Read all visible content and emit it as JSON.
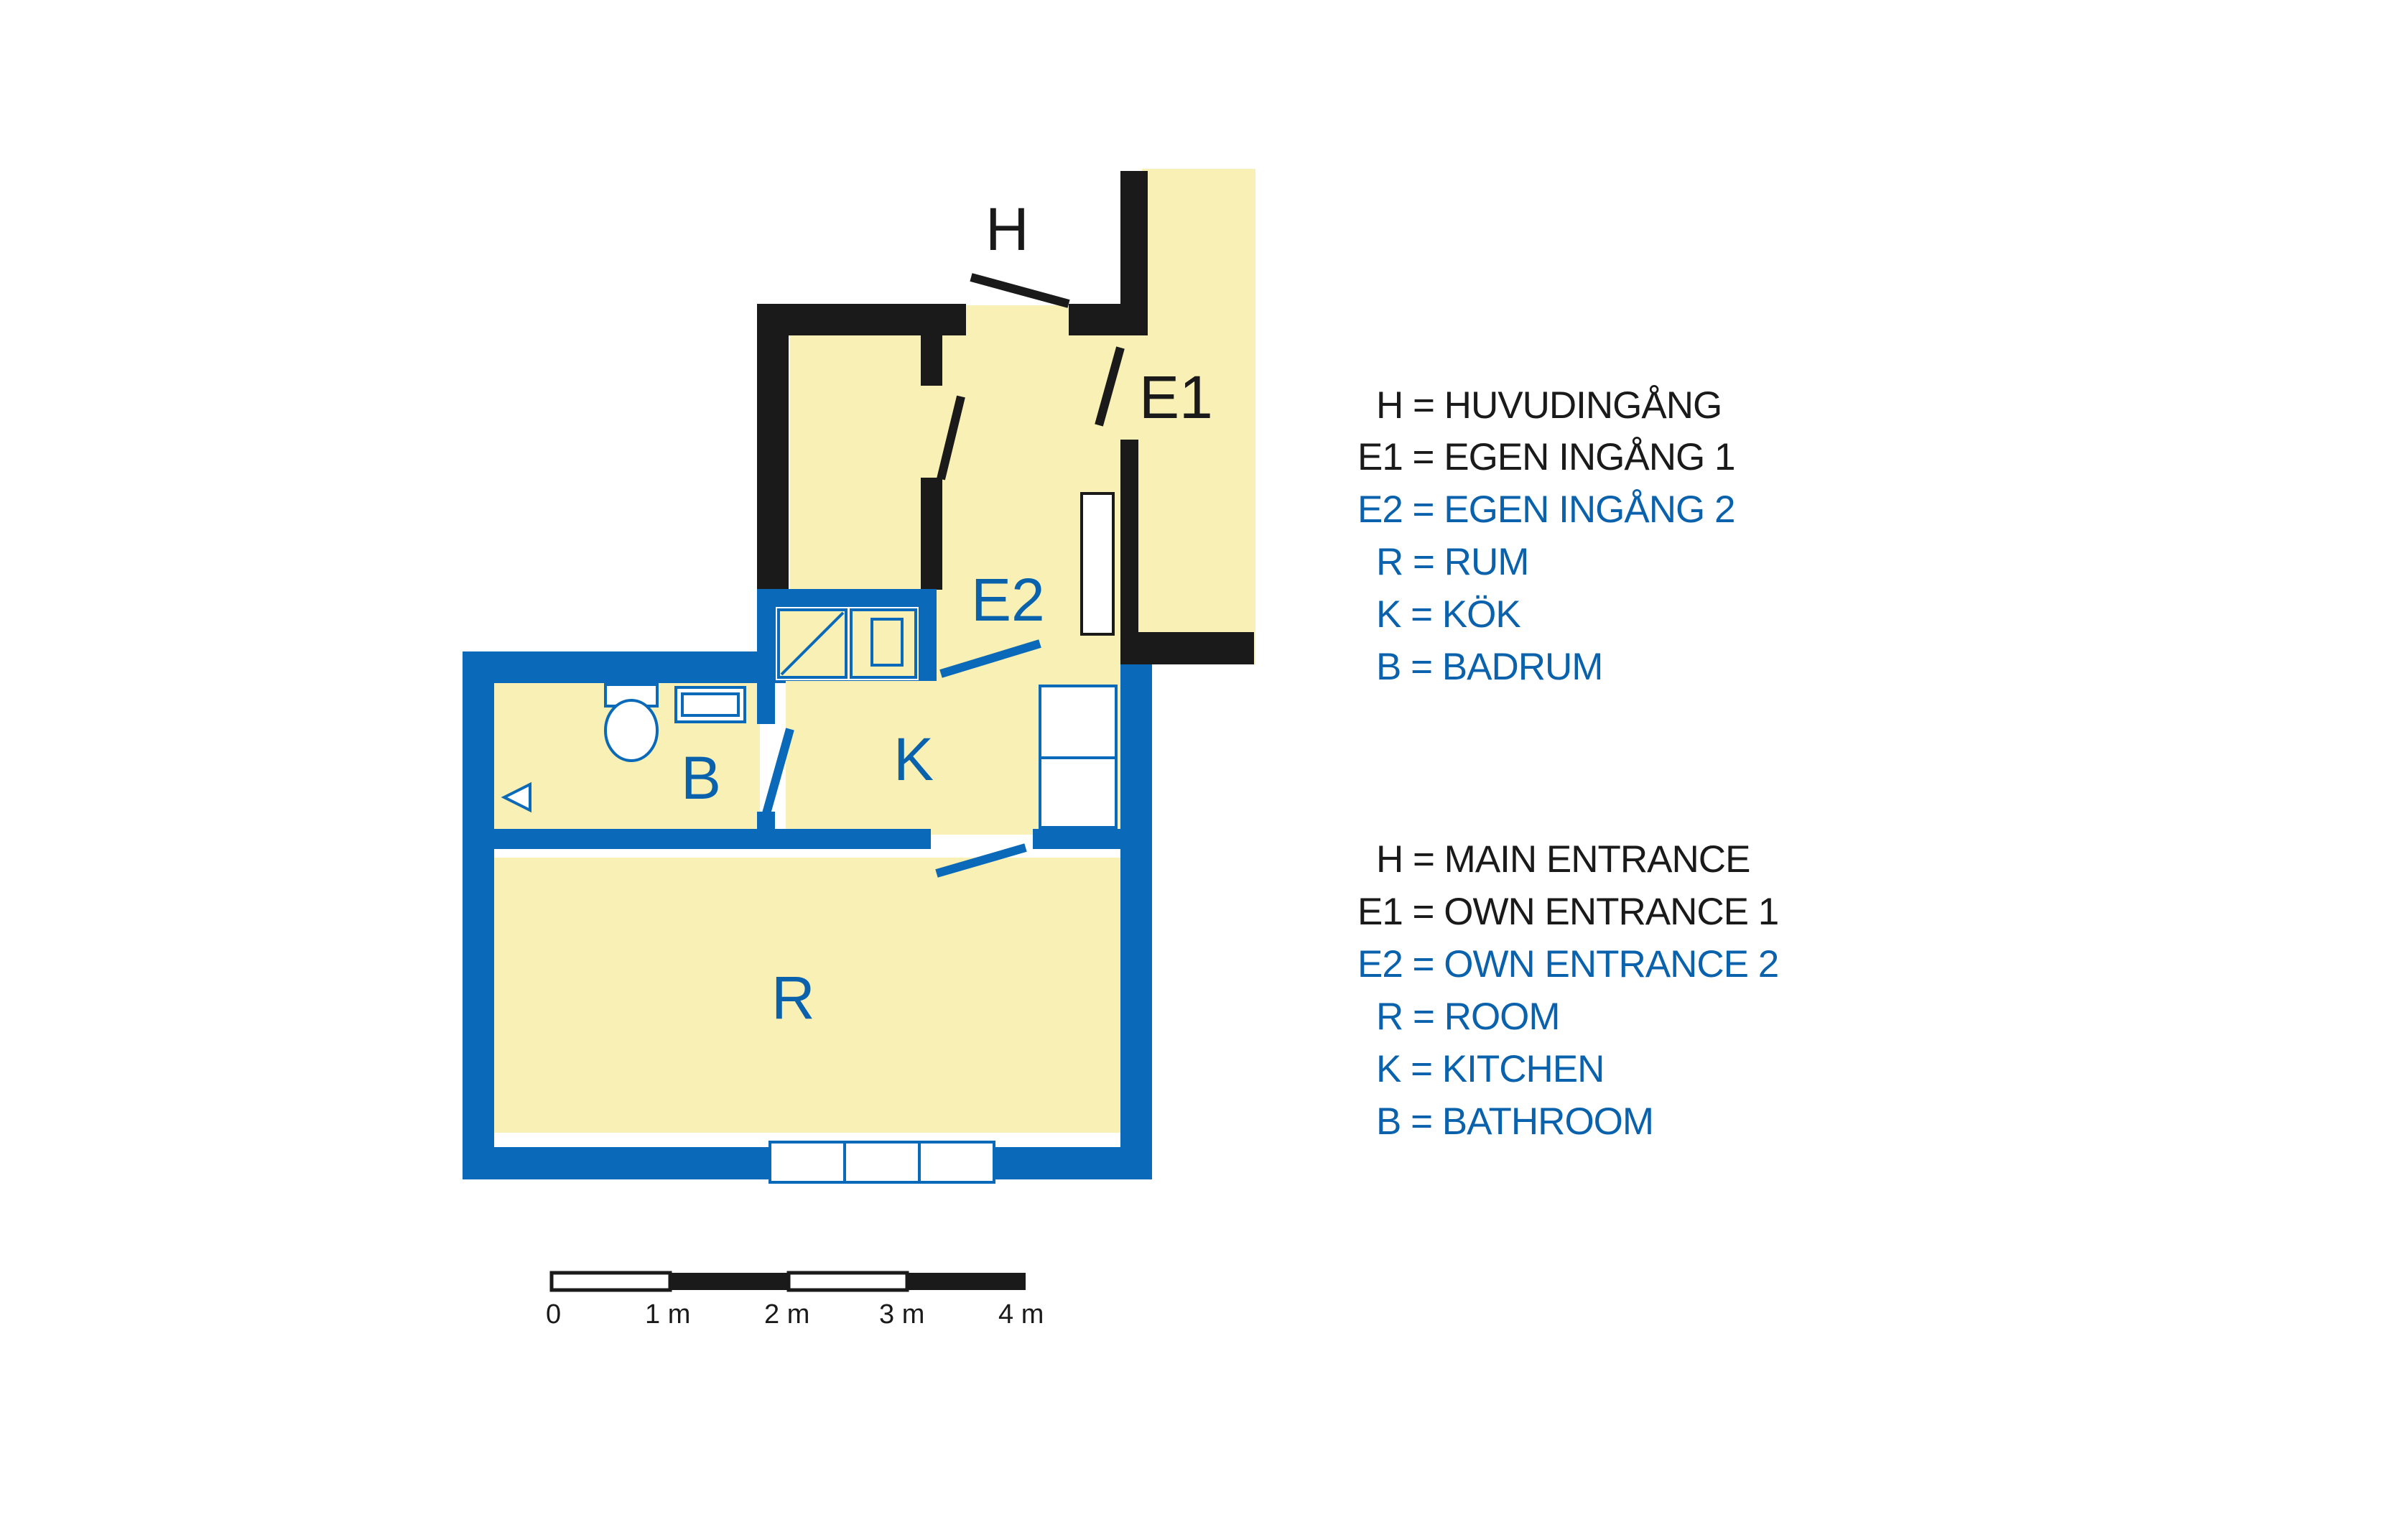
{
  "colors": {
    "floor": "#f8f0b4",
    "black_wall": "#1a1a1a",
    "blue_wall": "#0a6ab9",
    "blue_text": "#0a62ad",
    "black_text": "#1a1a1a"
  },
  "plan": {
    "labels": {
      "main_entrance": "H",
      "own_entrance_1": "E1",
      "own_entrance_2": "E2",
      "bathroom": "B",
      "kitchen": "K",
      "room": "R"
    }
  },
  "scale_bar": {
    "ticks": [
      "0",
      "1 m",
      "2 m",
      "3 m",
      "4 m"
    ]
  },
  "legend_swedish": [
    {
      "text": "H = HUVUDINGÅNG",
      "color": "black"
    },
    {
      "text": "E1 = EGEN INGÅNG 1",
      "color": "black"
    },
    {
      "text": "E2 = EGEN INGÅNG 2",
      "color": "blue"
    },
    {
      "text": "R = RUM",
      "color": "blue"
    },
    {
      "text": "K = KÖK",
      "color": "blue"
    },
    {
      "text": "B = BADRUM",
      "color": "blue"
    }
  ],
  "legend_english": [
    {
      "text": "H = MAIN ENTRANCE",
      "color": "black"
    },
    {
      "text": "E1 = OWN ENTRANCE 1",
      "color": "black"
    },
    {
      "text": "E2 = OWN ENTRANCE 2",
      "color": "blue"
    },
    {
      "text": "R = ROOM",
      "color": "blue"
    },
    {
      "text": "K = KITCHEN",
      "color": "blue"
    },
    {
      "text": "B = BATHROOM",
      "color": "blue"
    }
  ]
}
